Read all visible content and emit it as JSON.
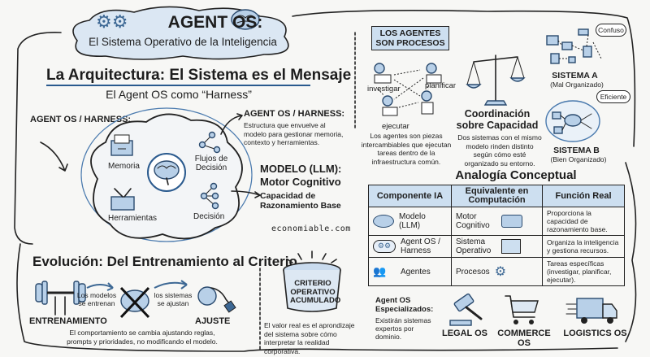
{
  "header": {
    "title": "AGENT OS:",
    "subtitle": "El Sistema Operativo de la Inteligencia"
  },
  "architecture": {
    "heading": "La Arquitectura: El Sistema es el Mensaje",
    "subheading": "El Agent OS como “Harness”",
    "left_label": "AGENT OS / HARNESS:",
    "nodes": {
      "memoria": "Memoria",
      "herramientas": "Herramientas",
      "flujos": "Flujos de Decisión",
      "decision": "Decisión"
    },
    "harness_title": "AGENT OS / HARNESS:",
    "harness_desc": "Estructura que envuelve al modelo para gestionar memoria, contexto y herramientas.",
    "model_title_1": "MODELO (LLM):",
    "model_title_2": "Motor Cognitivo",
    "model_desc": "Capacidad de Razonamiento Base",
    "watermark": "economiable.com"
  },
  "evolution": {
    "heading": "Evolución: Del Entrenamiento al Criterio",
    "left_caption": "Los modelos se entrenan",
    "right_caption": "los sistemas se ajustan",
    "training": "ENTRENAMIENTO",
    "adjust": "AJUSTE",
    "desc": "El comportamiento se cambia ajustando reglas, prompts y prioridades, no modificando el modelo."
  },
  "criterio": {
    "bucket_label": "CRITERIO OPERATIVO ACUMULADO",
    "desc": "El valor real es el aprondizaje del sistema sobre cómo interpretar la realidad corporativa."
  },
  "agents": {
    "box": "LOS AGENTES SON PROCESOS",
    "investigar": "investigar",
    "planificar": "planificar",
    "ejecutar": "ejecutar",
    "desc": "Los agentes son piezas intercambiables que ejecutan tareas dentro de la infraestructura común."
  },
  "coordination": {
    "title": "Coordinación sobre Capacidad",
    "desc": "Dos sistemas con el mismo modelo rinden distinto según cómo esté organizado su entorno."
  },
  "systems": {
    "a_bubble": "Confuso",
    "a_title": "SISTEMA A",
    "a_sub": "(Mal Organizado)",
    "b_bubble": "Eficiente",
    "b_title": "SISTEMA B",
    "b_sub": "(Bien Organizado)"
  },
  "analogy": {
    "heading": "Analogía Conceptual",
    "headers": [
      "Componente IA",
      "Equivalente en Computación",
      "Función Real"
    ],
    "rows": [
      {
        "component": "Modelo (LLM)",
        "equivalent": "Motor Cognitivo",
        "function": "Proporciona la capacidad de razonamiento base."
      },
      {
        "component": "Agent OS / Harness",
        "equivalent": "Sistema Operativo",
        "function": "Organiza la inteligencia y gestiona recursos."
      },
      {
        "component": "Agentes",
        "equivalent": "Procesos",
        "function": "Tareas específicas (investigar, planificar, ejecutar)."
      }
    ]
  },
  "specialized": {
    "title": "Agent OS Especializados:",
    "desc": "Existirán sistemas expertos por dominio.",
    "items": [
      "LEGAL OS",
      "COMMERCE OS",
      "LOGISTICS OS"
    ]
  }
}
